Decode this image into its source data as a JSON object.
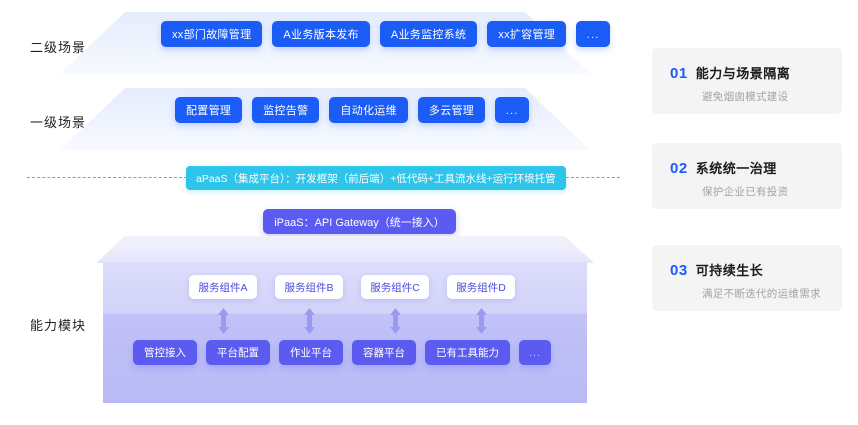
{
  "labels": {
    "level2": "二级场景",
    "level1": "一级场景",
    "capability": "能力模块"
  },
  "level2_scenes": [
    {
      "label": "xx部门故障管理"
    },
    {
      "label": "A业务版本发布"
    },
    {
      "label": "A业务监控系统"
    },
    {
      "label": "xx扩容管理"
    },
    {
      "label": "..."
    }
  ],
  "level1_scenes": [
    {
      "label": "配置管理"
    },
    {
      "label": "监控告警"
    },
    {
      "label": "自动化运维"
    },
    {
      "label": "多云管理"
    },
    {
      "label": "..."
    }
  ],
  "apaas": {
    "label": "aPaaS（集成平台）：开发框架（前后端）+低代码+工具流水线+运行环境托管",
    "color": "#2fc4ea"
  },
  "ipaas": {
    "label": "iPaaS：API Gateway（统一接入）",
    "color": "#5b5bf2"
  },
  "service_components": [
    {
      "label": "服务组件A"
    },
    {
      "label": "服务组件B"
    },
    {
      "label": "服务组件C"
    },
    {
      "label": "服务组件D"
    }
  ],
  "base_capabilities": [
    {
      "label": "管控接入"
    },
    {
      "label": "平台配置"
    },
    {
      "label": "作业平台"
    },
    {
      "label": "容器平台"
    },
    {
      "label": "已有工具能力"
    },
    {
      "label": "..."
    }
  ],
  "info_cards": [
    {
      "num": "01",
      "title": "能力与场景隔离",
      "sub": "避免烟囱模式建设"
    },
    {
      "num": "02",
      "title": "系统统一治理",
      "sub": "保护企业已有投资"
    },
    {
      "num": "03",
      "title": "可持续生长",
      "sub": "满足不断迭代的运维需求"
    }
  ],
  "colors": {
    "scene_chip": "#1a5cf5",
    "base_chip": "#5b5bf0",
    "accent_number": "#1a5cf5"
  }
}
